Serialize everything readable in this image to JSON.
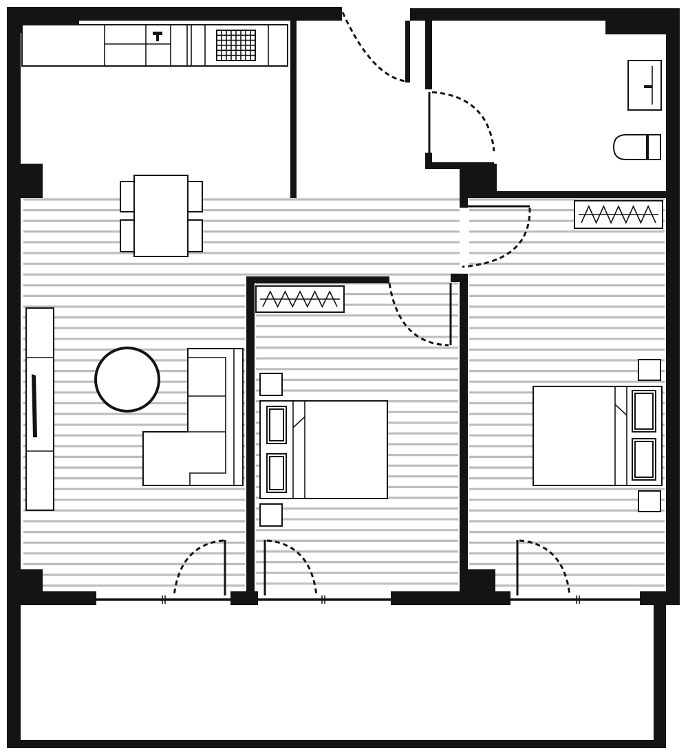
{
  "plan": {
    "kind": "apartment floor plan",
    "ink_color": "#141414",
    "floor_hatch_color": "#bdbdbd",
    "background_color": "#ffffff",
    "rooms": [
      "kitchen",
      "living-dining",
      "bathroom",
      "bedroom-1",
      "bedroom-2",
      "balcony"
    ],
    "labels": []
  }
}
